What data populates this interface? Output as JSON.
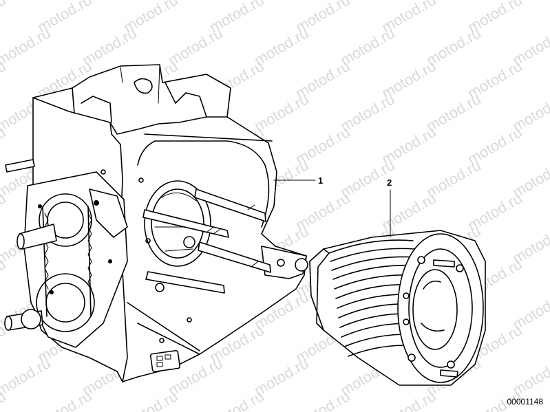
{
  "watermark": {
    "text": "motod.ru"
  },
  "callouts": [
    {
      "id": "1",
      "label": "1",
      "part": "crankcase"
    },
    {
      "id": "2",
      "label": "2",
      "part": "cylinder"
    }
  ],
  "reference_code": "00001148"
}
